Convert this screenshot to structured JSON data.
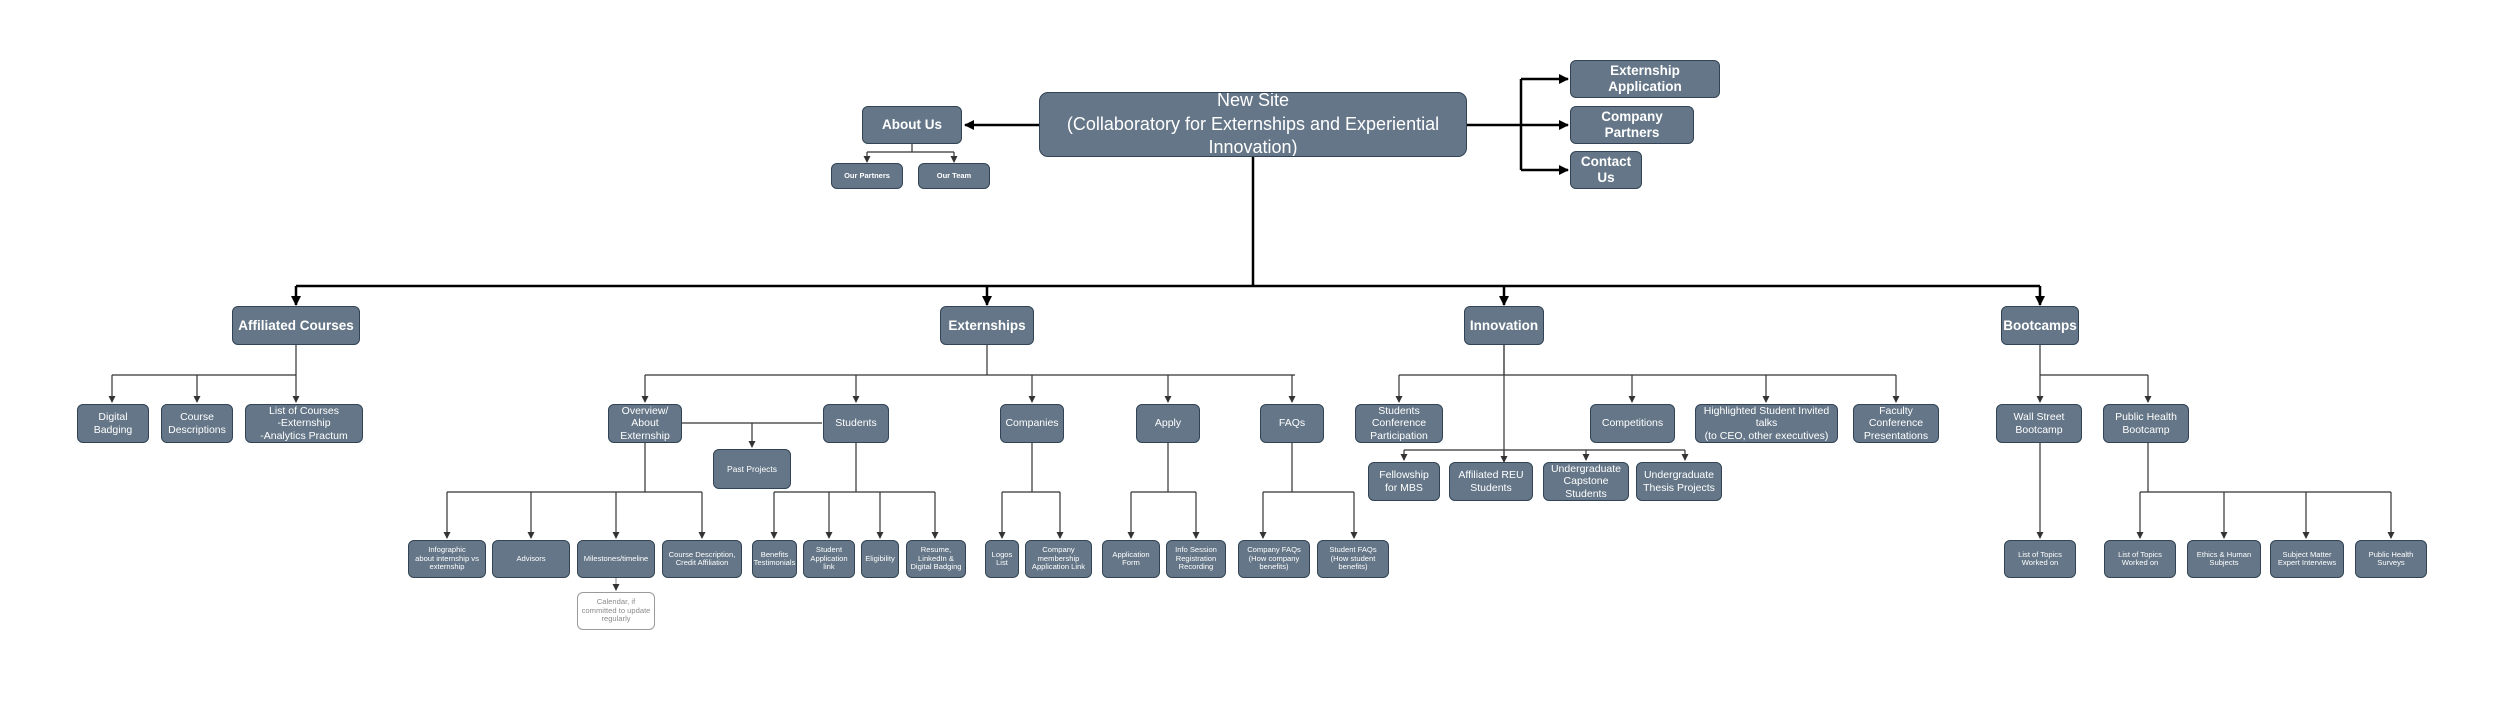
{
  "diagram": {
    "root": "New Site\n(Collaboratory for Externships and Experiential Innovation)",
    "top": {
      "about_us": "About Us",
      "our_partners": "Our Partners",
      "our_team": "Our Team",
      "externship_application": "Externship Application",
      "company_partners": "Company Partners",
      "contact_us": "Contact Us"
    },
    "affiliated": {
      "title": "Affiliated Courses",
      "digital_badging": "Digital Badging",
      "course_descriptions": "Course\nDescriptions",
      "list_of_courses": "List of Courses\n-Externship\n-Analytics Practum"
    },
    "externships": {
      "title": "Externships",
      "overview": "Overview/ About\nExternship",
      "past_projects": "Past Projects",
      "students": "Students",
      "companies": "Companies",
      "apply": "Apply",
      "faqs": "FAQs",
      "infographic": "Infographic\nabout internship vs\nexternship",
      "advisors": "Advisors",
      "milestones": "Milestones/timeline",
      "calendar_note": "Calendar, if\ncommitted to update\nregularly",
      "course_description": "Course Description,\nCredit Affiliation",
      "benefits": "Benefits\nTestimonials",
      "student_application": "Student\nApplication\nlink",
      "eligibility": "Eligibility",
      "resume": "Resume,\nLinkedIn &\nDigital Badging",
      "logos": "Logos\nList",
      "company_membership": "Company\nmembership\nApplication Link",
      "application_form": "Application\nForm",
      "info_session": "Info Session\nRegistration\nRecording",
      "company_faqs": "Company FAQs\n(How company\nbenefits)",
      "student_faqs": "Student FAQs\n(How student\nbenefits)"
    },
    "innovation": {
      "title": "Innovation",
      "students_conference": "Students\nConference\nParticipation",
      "competitions": "Competitions",
      "highlighted": "Highlighted Student Invited talks\n(to CEO, other executives)",
      "faculty_conference": "Faculty Conference\nPresentations",
      "fellowship": "Fellowship\nfor MBS",
      "affiliated_reu": "Affiliated REU\nStudents",
      "undergrad_capstone": "Undergraduate\nCapstone Students",
      "undergrad_thesis": "Undergraduate\nThesis Projects"
    },
    "bootcamps": {
      "title": "Bootcamps",
      "wall_street": "Wall Street\nBootcamp",
      "public_health": "Public Health\nBootcamp",
      "ws_topics": "List of Topics\nWorked on",
      "ph_topics": "List of Topics\nWorked on",
      "ethics": "Ethics & Human\nSubjects",
      "sme": "Subject Matter\nExpert Interviews",
      "ph_surveys": "Public Health\nSurveys"
    }
  }
}
